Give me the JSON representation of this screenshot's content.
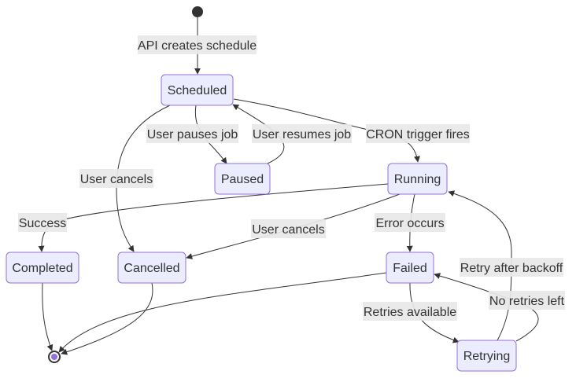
{
  "diagram": {
    "type": "state-diagram",
    "states": {
      "scheduled": "Scheduled",
      "paused": "Paused",
      "running": "Running",
      "completed": "Completed",
      "cancelled": "Cancelled",
      "failed": "Failed",
      "retrying": "Retrying"
    },
    "transitions": {
      "start_to_scheduled": "API creates schedule",
      "scheduled_to_paused": "User pauses job",
      "paused_to_scheduled": "User resumes job",
      "scheduled_to_running": "CRON trigger fires",
      "scheduled_to_cancelled": "User cancels",
      "running_to_completed": "Success",
      "running_to_cancelled": "User cancels",
      "running_to_failed": "Error occurs",
      "retrying_to_running": "Retry after backoff",
      "retrying_to_failed": "No retries left",
      "failed_to_retrying": "Retries available"
    },
    "colors": {
      "state_fill": "#ECECFF",
      "state_stroke": "#9370DB",
      "edge": "#333333",
      "label_bg": "#E8E8E8",
      "end_dot": "#9370DB"
    }
  }
}
